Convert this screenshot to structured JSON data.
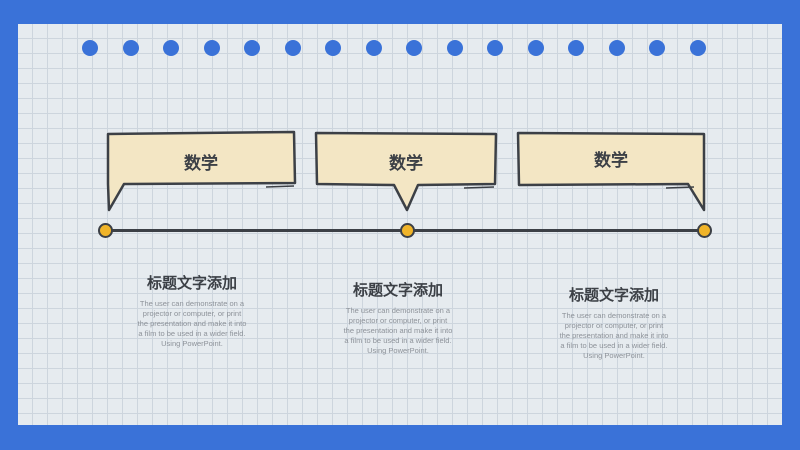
{
  "slide": {
    "colors": {
      "background": "#3a72d8",
      "paper": "#e6ebef",
      "grid": "#cdd5dd",
      "callout_fill": "#f3e6c4",
      "node": "#f0b429",
      "ink": "#3c4046"
    },
    "callouts": [
      {
        "label": "数学"
      },
      {
        "label": "数学"
      },
      {
        "label": "数学"
      }
    ],
    "milestones": [
      {
        "title": "标题文字添加",
        "body": "The user can demonstrate on a projector or computer, or print the presentation and make it into a film to be used in a wider field. Using PowerPoint."
      },
      {
        "title": "标题文字添加",
        "body": "The user can demonstrate on a projector or computer, or print the presentation and make it into a film to be used in a wider field. Using PowerPoint."
      },
      {
        "title": "标题文字添加",
        "body": "The user can demonstrate on a projector or computer, or print the presentation and make it into a film to be used in a wider field. Using PowerPoint."
      }
    ]
  }
}
